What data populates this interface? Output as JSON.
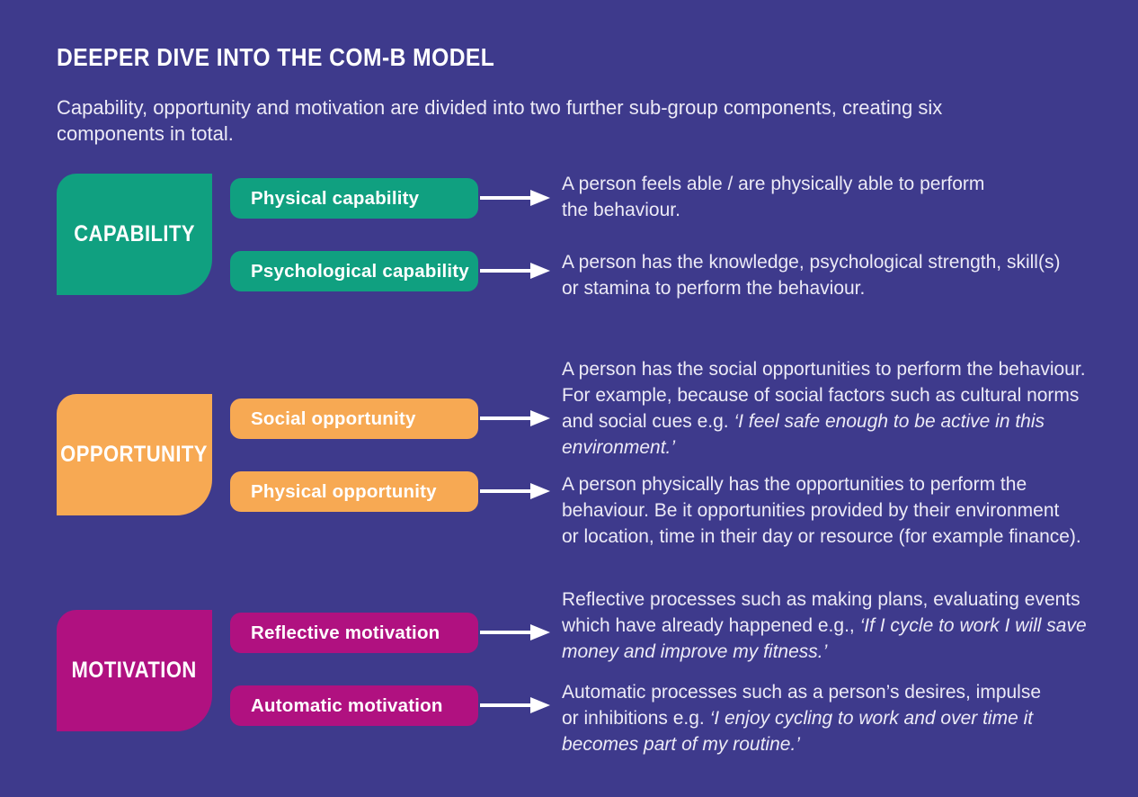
{
  "header": {
    "title": "DEEPER DIVE INTO THE COM-B MODEL",
    "intro_lines": [
      "Capability, opportunity and motivation are divided into two further sub-group components, creating six",
      "components in total."
    ]
  },
  "colors": {
    "background": "#3E3A8C",
    "capability": "#10A080",
    "opportunity": "#F7A953",
    "motivation": "#B01180",
    "body_text": "#ECEAF6",
    "label_text": "#FFFFFF"
  },
  "sections": [
    {
      "label": "CAPABILITY",
      "rows": [
        {
          "label": "Physical capability",
          "lines": [
            {
              "plain": "A person feels able / are physically able to perform"
            },
            {
              "plain": "the behaviour."
            }
          ]
        },
        {
          "label": "Psychological capability",
          "lines": [
            {
              "plain": "A person has the knowledge, psychological strength, skill(s)"
            },
            {
              "plain": "or stamina to perform the behaviour."
            }
          ]
        }
      ]
    },
    {
      "label": "OPPORTUNITY",
      "rows": [
        {
          "label": "Social opportunity",
          "lines": [
            {
              "plain": "A person has the social opportunities to perform the behaviour."
            },
            {
              "plain": "For example, because of social factors such as cultural norms"
            },
            {
              "plain": "and social cues e.g. ",
              "italic": "‘I feel safe enough to be active in this"
            },
            {
              "italic": "environment.’"
            }
          ]
        },
        {
          "label": "Physical opportunity",
          "lines": [
            {
              "plain": "A person physically has the opportunities to perform the"
            },
            {
              "plain": "behaviour. Be it opportunities provided by their environment"
            },
            {
              "plain": "or location, time in their day or resource (for example finance)."
            }
          ]
        }
      ]
    },
    {
      "label": "MOTIVATION",
      "rows": [
        {
          "label": "Reflective motivation",
          "lines": [
            {
              "plain": "Reflective processes such as making plans, evaluating events"
            },
            {
              "plain": "which have already happened e.g., ",
              "italic": "‘If I cycle to work I will save"
            },
            {
              "italic": "money and improve my fitness.’"
            }
          ]
        },
        {
          "label": "Automatic motivation",
          "lines": [
            {
              "plain": "Automatic processes such as a person’s desires, impulse"
            },
            {
              "plain": "or inhibitions e.g. ",
              "italic": "‘I enjoy cycling to work and over time it"
            },
            {
              "italic": "becomes part of my routine.’"
            }
          ]
        }
      ]
    }
  ]
}
